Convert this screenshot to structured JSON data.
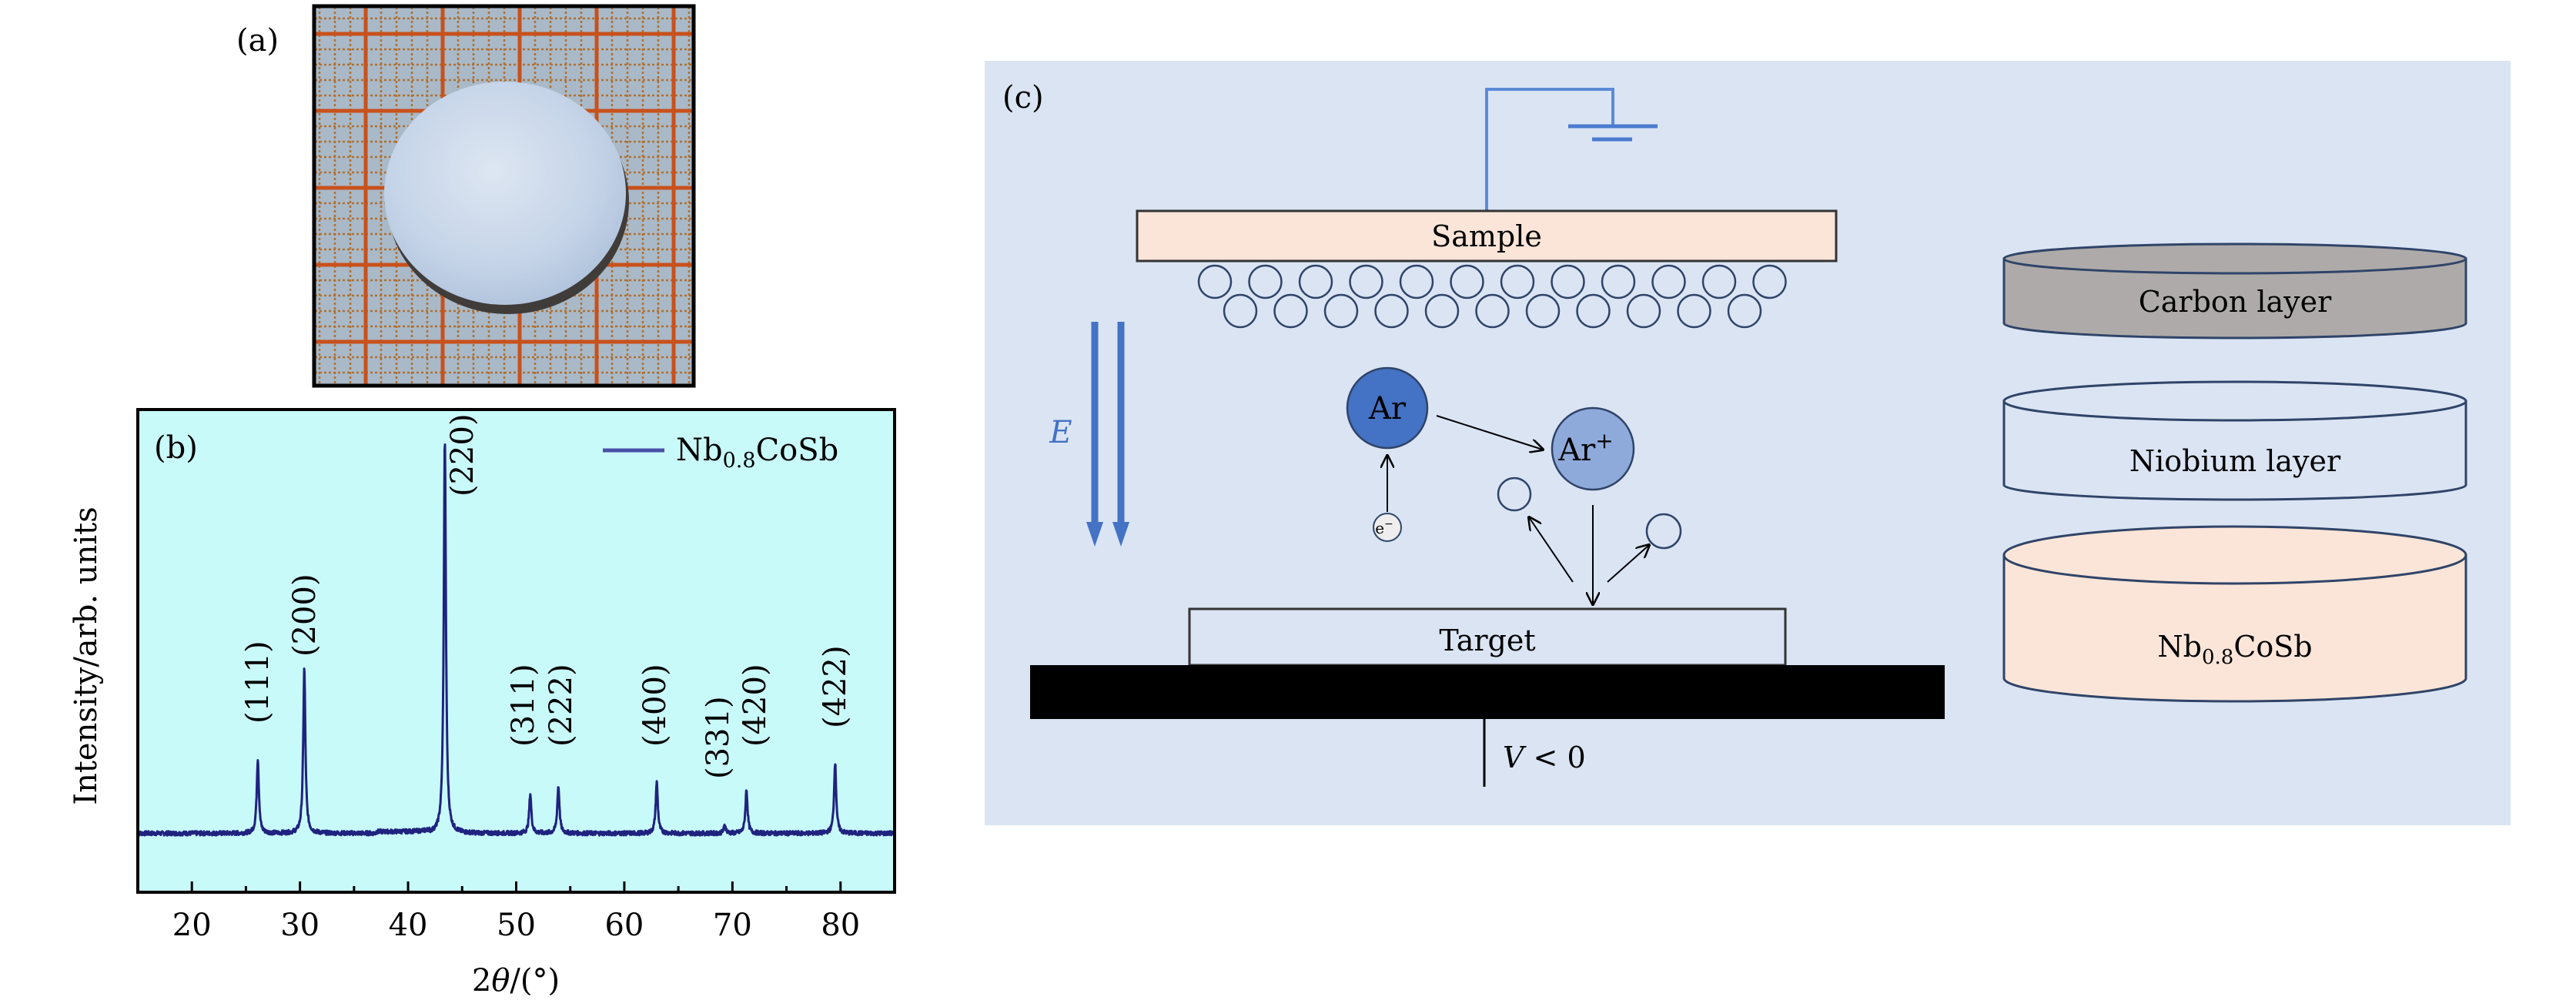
{
  "panels": {
    "a": {
      "label": "(a)",
      "description": "Photo of disc-shaped sample on millimeter graph paper",
      "colors": {
        "paper": "#a9b9c8",
        "grid_major": "#c8511c",
        "grid_minor": "#b86a30",
        "disc": "#c9d8ea",
        "disc_edge": "#4a4744",
        "frame": "#000000"
      }
    },
    "b": {
      "label": "(b)",
      "legend": {
        "name_main": "Nb",
        "name_sub": "0.8",
        "name_rest": "CoSb",
        "placement": "top-right"
      },
      "ylabel": "Intensity/arb. units",
      "xlabel_prefix": "2",
      "xlabel_theta": "θ",
      "xlabel_suffix": "/(°)",
      "colors": {
        "background": "#c9fafa",
        "line": "#1f237f",
        "legend_line": "#4a4fa6"
      }
    },
    "c": {
      "label": "(c)",
      "sample_label": "Sample",
      "target_label": "Target",
      "field_label": "E",
      "voltage_label_v": "V",
      "voltage_label_rest": " < 0",
      "ar_label": "Ar",
      "ar_ion_label": "Ar",
      "ar_ion_sup": "+",
      "electron_label": "e",
      "electron_sup": "−",
      "layers": [
        {
          "label": "Carbon layer",
          "fill": "#aeaaa9"
        },
        {
          "label": "Niobium layer",
          "fill": "#dae4f3"
        },
        {
          "label_main": "Nb",
          "label_sub": "0.8",
          "label_rest": "CoSb",
          "fill": "#fbe5d8"
        }
      ],
      "colors": {
        "background": "#dae4f3",
        "sample_fill": "#fbe5d8",
        "wire": "#5b8bd6",
        "field_arrow": "#4472c4",
        "ar_fill": "#4472c4",
        "ar_ion_fill": "#8eaadb",
        "electron_fill": "#eeeeee",
        "atom_stroke": "#2f4468",
        "electrode": "#000000"
      }
    }
  },
  "chart_data": {
    "type": "line",
    "title": "",
    "xlabel": "2θ/(°)",
    "ylabel": "Intensity/arb. units",
    "xlim": [
      15,
      85
    ],
    "ylim": [
      -15,
      108
    ],
    "xticks": [
      20,
      30,
      40,
      50,
      60,
      70,
      80
    ],
    "xminor_ticks": [
      25,
      35,
      45,
      55,
      65,
      75
    ],
    "yticks": [],
    "grid": false,
    "legend": [
      "Nb0.8CoSb"
    ],
    "legend_placement": "top-right",
    "baseline": 0,
    "series": [
      {
        "name": "Nb0.8CoSb",
        "peaks": [
          {
            "hkl": "(111)",
            "two_theta": 26.1,
            "intensity": 19
          },
          {
            "hkl": "(200)",
            "two_theta": 30.4,
            "intensity": 42
          },
          {
            "hkl": "(220)",
            "two_theta": 43.4,
            "intensity": 100
          },
          {
            "hkl": "(311)",
            "two_theta": 51.3,
            "intensity": 10
          },
          {
            "hkl": "(222)",
            "two_theta": 53.9,
            "intensity": 12
          },
          {
            "hkl": "(400)",
            "two_theta": 63.0,
            "intensity": 13
          },
          {
            "hkl": "(331)",
            "two_theta": 69.3,
            "intensity": 2
          },
          {
            "hkl": "(420)",
            "two_theta": 71.3,
            "intensity": 11
          },
          {
            "hkl": "(422)",
            "two_theta": 79.5,
            "intensity": 18
          }
        ]
      }
    ],
    "annotations": [
      "(111)",
      "(200)",
      "(220)",
      "(311)",
      "(222)",
      "(400)",
      "(331)",
      "(420)",
      "(422)"
    ]
  }
}
